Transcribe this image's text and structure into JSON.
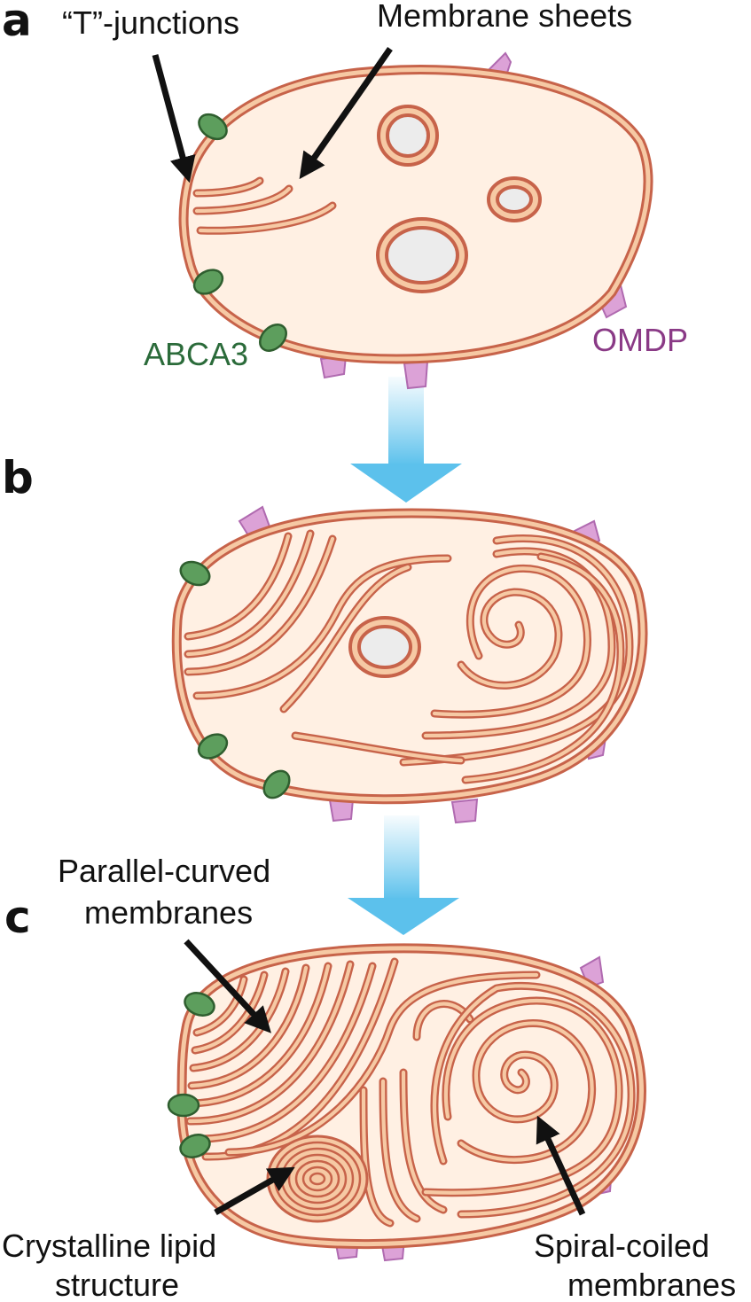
{
  "panels": [
    "a",
    "b",
    "c"
  ],
  "labels": {
    "t_junctions": "“T”-junctions",
    "membrane_sheets": "Membrane sheets",
    "abca3": "ABCA3",
    "omdp": "OMDP",
    "parallel_curved_1": "Parallel-curved",
    "parallel_curved_2": "membranes",
    "crystalline_1": "Crystalline lipid",
    "crystalline_2": "structure",
    "spiral_1": "Spiral-coiled",
    "spiral_2": "membranes"
  },
  "colors": {
    "membrane": "#c7634a",
    "membrane_highlight": "#f6c9a4",
    "cytoplasm": "#fff0e3",
    "vesicle_lumen": "#ececec",
    "abca3": "#5d9e5d",
    "abca3_text": "#2b6b3a",
    "omdp": "#dca2d7",
    "omdp_text": "#8a3a86",
    "transition_arrow": "#5cc1ec"
  }
}
